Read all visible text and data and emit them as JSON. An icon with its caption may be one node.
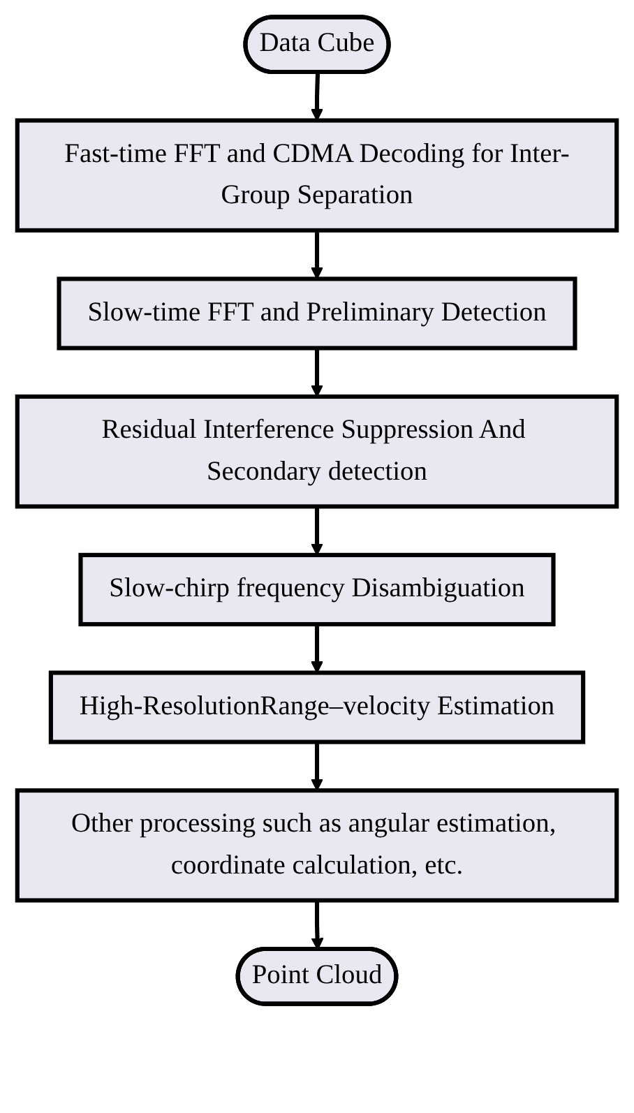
{
  "diagram": {
    "nodes": [
      {
        "text": [
          "Data Cube"
        ]
      },
      {
        "text": [
          "Fast-time FFT and CDMA Decoding for Inter-Group Separation"
        ]
      },
      {
        "text": [
          "Slow-time FFT and Preliminary Detection"
        ]
      },
      {
        "text": [
          "Residual Interference Suppression And Secondary detection"
        ]
      },
      {
        "text": [
          "Slow-chirp frequency Disambiguation"
        ]
      },
      {
        "text": [
          "High-ResolutionRange–velocity Estimation"
        ]
      },
      {
        "text": [
          "Other processing such as angular estimation, coordinate calculation, etc."
        ]
      },
      {
        "text": [
          "Point Cloud"
        ]
      }
    ],
    "edges": [
      {
        "from": 0,
        "to": 1,
        "arrow": "to"
      },
      {
        "from": 1,
        "to": 2,
        "arrow": "to"
      },
      {
        "from": 2,
        "to": 3,
        "arrow": "to"
      },
      {
        "from": 3,
        "to": 4,
        "arrow": "to"
      },
      {
        "from": 4,
        "to": 5,
        "arrow": "to"
      },
      {
        "from": 5,
        "to": 6,
        "arrow": "to"
      },
      {
        "from": 6,
        "to": 7,
        "arrow": "to"
      }
    ]
  }
}
